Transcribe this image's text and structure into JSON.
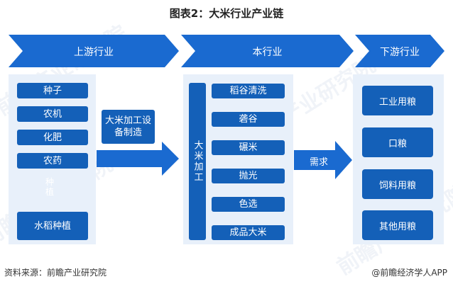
{
  "title": "图表2：大米行业产业链",
  "stages": [
    "上游行业",
    "本行业",
    "下游行业"
  ],
  "upstream": {
    "inputs": [
      "种子",
      "农机",
      "化肥",
      "农药"
    ],
    "arrow_label": "种植",
    "result": "水稻种植"
  },
  "equipment_label": "大米加工设备制造",
  "midstream": {
    "vertical_label": "大米加工",
    "steps": [
      "稻谷清洗",
      "砻谷",
      "碾米",
      "抛光",
      "色选",
      "成品大米"
    ]
  },
  "demand_label": "需求",
  "downstream": [
    "工业用粮",
    "口粮",
    "饲料用粮",
    "其他用粮"
  ],
  "footer": {
    "source": "资料来源：前瞻产业研究院",
    "brand": "@前瞻经济学人APP"
  },
  "watermark": "前瞻产业研究院",
  "colors": {
    "primary": "#1460b8",
    "panel": "#e8f0fa",
    "arrow": "#1a6ad0"
  }
}
